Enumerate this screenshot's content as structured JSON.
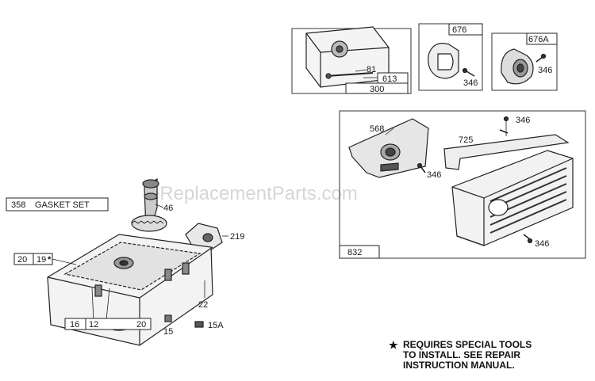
{
  "watermark": "eReplacementParts.com",
  "labels": {
    "l358": "358",
    "gasket_set": "GASKET SET",
    "l46": "46",
    "l219": "219",
    "l20a": "20",
    "l19": "19",
    "l22": "22",
    "l16": "16",
    "l12": "12",
    "l20b": "20",
    "l15": "15",
    "l15a": "15A",
    "l81": "81",
    "l613": "613",
    "l300": "300",
    "l676": "676",
    "l346a": "346",
    "l676a": "676A",
    "l346b": "346",
    "l568": "568",
    "l346c": "346",
    "l725": "725",
    "l346d": "346",
    "l346e": "346",
    "l832": "832"
  },
  "note": {
    "star": "★",
    "line1": "REQUIRES SPECIAL TOOLS",
    "line2": "TO INSTALL.  SEE REPAIR",
    "line3": "INSTRUCTION MANUAL."
  }
}
